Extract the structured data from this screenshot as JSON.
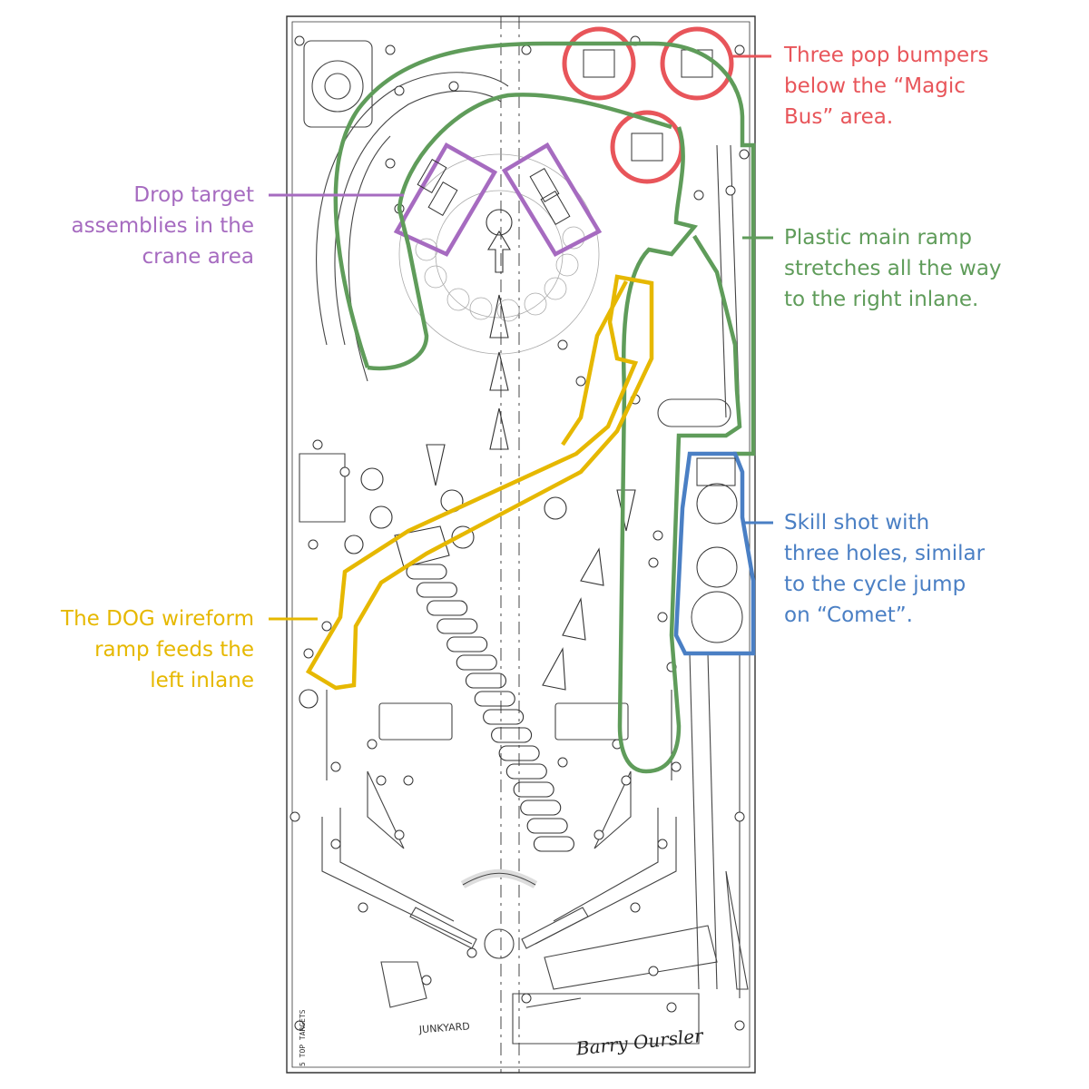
{
  "annotations": {
    "pop_bumpers": {
      "lines": [
        "Three pop bumpers",
        "below the “Magic",
        "Bus” area."
      ],
      "color": "#e8555a"
    },
    "drop_targets": {
      "lines": [
        "Drop target",
        "assemblies in the",
        "crane area"
      ],
      "color": "#a66bc0"
    },
    "main_ramp": {
      "lines": [
        "Plastic main ramp",
        "stretches all the way",
        "to the right inlane."
      ],
      "color": "#5f9c5a"
    },
    "skill_shot": {
      "lines": [
        "Skill shot with",
        "three holes, similar",
        "to the cycle jump",
        "on “Comet”."
      ],
      "color": "#4a7fc4"
    },
    "dog_ramp": {
      "lines": [
        "The DOG wireform",
        "ramp feeds the",
        "left inlane"
      ],
      "color": "#e6b800"
    }
  },
  "drawing_labels": {
    "junkyard": "JUNKYARD",
    "top_targets": "5 TOP TARGETS",
    "signature": "Barry Oursler"
  },
  "line_color": "#333333"
}
